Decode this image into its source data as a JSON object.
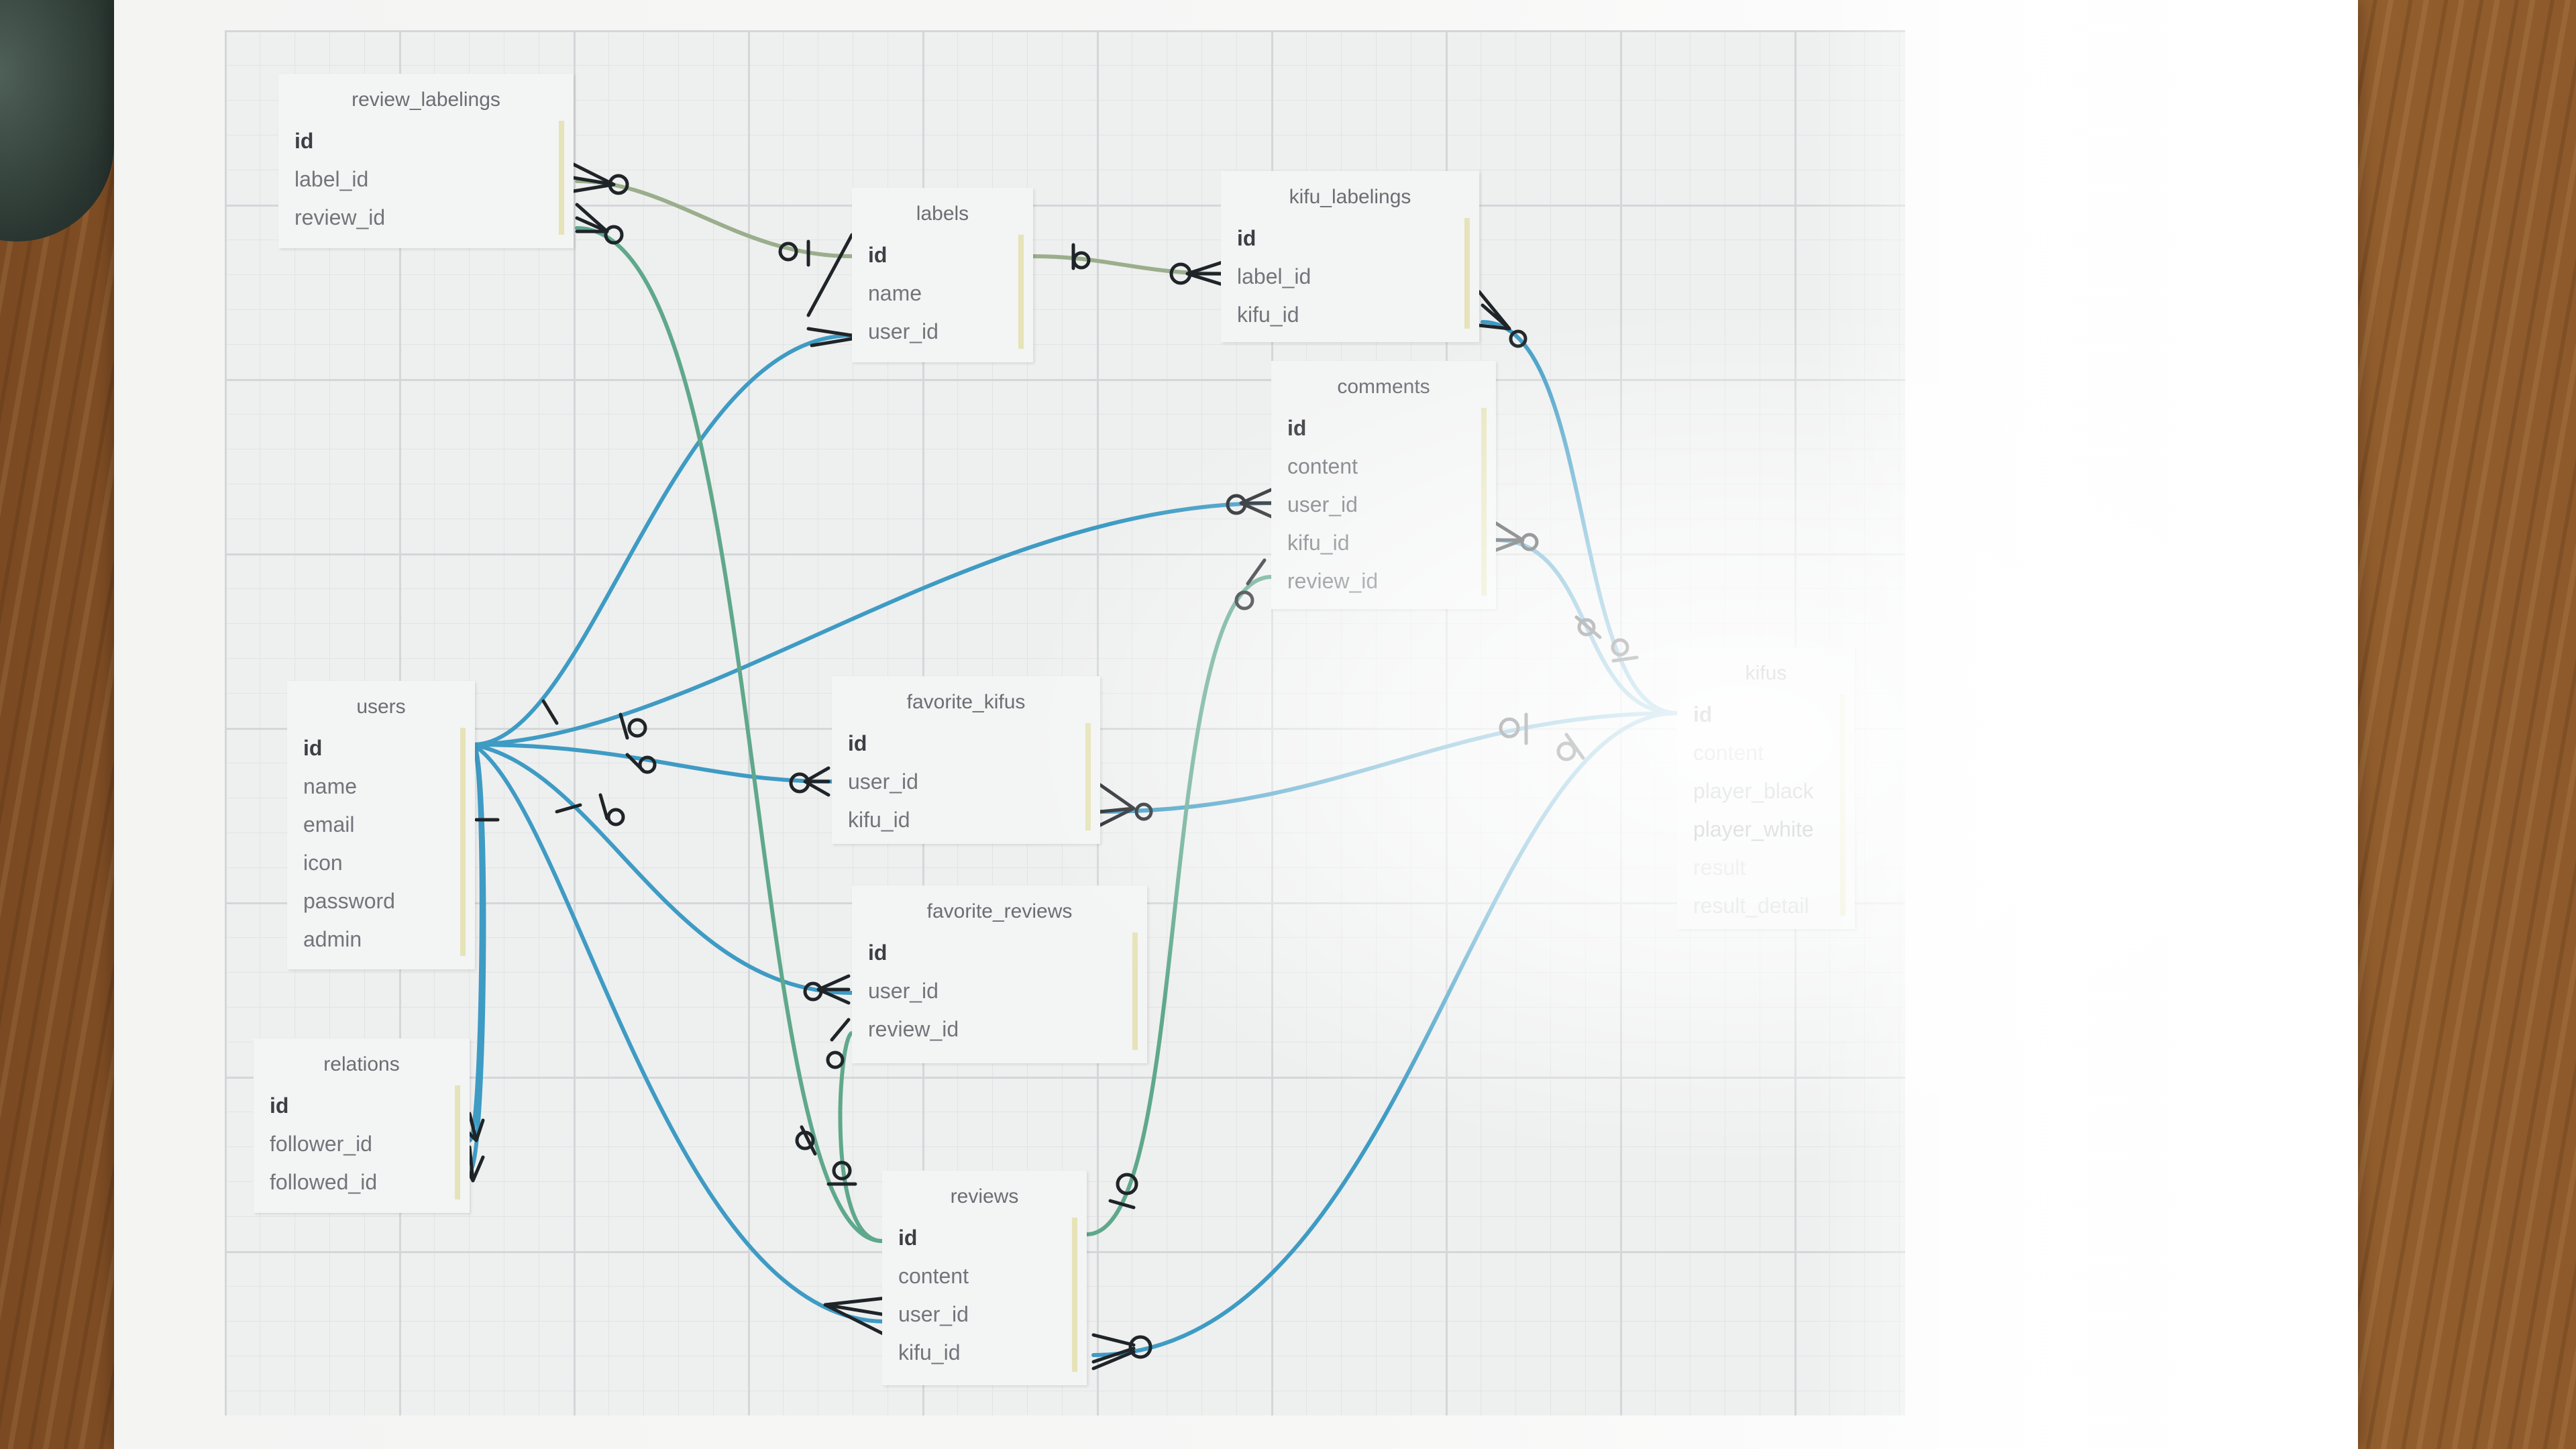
{
  "tables": {
    "review_labelings": {
      "name": "review_labelings",
      "fields": [
        "id",
        "label_id",
        "review_id"
      ]
    },
    "labels": {
      "name": "labels",
      "fields": [
        "id",
        "name",
        "user_id"
      ]
    },
    "kifu_labelings": {
      "name": "kifu_labelings",
      "fields": [
        "id",
        "label_id",
        "kifu_id"
      ]
    },
    "comments": {
      "name": "comments",
      "fields": [
        "id",
        "content",
        "user_id",
        "kifu_id",
        "review_id"
      ]
    },
    "users": {
      "name": "users",
      "fields": [
        "id",
        "name",
        "email",
        "icon",
        "password",
        "admin"
      ]
    },
    "favorite_kifus": {
      "name": "favorite_kifus",
      "fields": [
        "id",
        "user_id",
        "kifu_id"
      ]
    },
    "kifus": {
      "name": "kifus",
      "fields": [
        "id",
        "content",
        "player_black",
        "player_white",
        "result",
        "result_detail"
      ]
    },
    "favorite_reviews": {
      "name": "favorite_reviews",
      "fields": [
        "id",
        "user_id",
        "review_id"
      ]
    },
    "relations": {
      "name": "relations",
      "fields": [
        "id",
        "follower_id",
        "followed_id"
      ]
    },
    "reviews": {
      "name": "reviews",
      "fields": [
        "id",
        "content",
        "user_id",
        "kifu_id"
      ]
    }
  },
  "relationships": [
    {
      "from": "users.id",
      "to": "labels.user_id",
      "color": "#3e9bc4"
    },
    {
      "from": "users.id",
      "to": "comments.user_id",
      "color": "#3e9bc4"
    },
    {
      "from": "users.id",
      "to": "favorite_kifus.user_id",
      "color": "#3e9bc4"
    },
    {
      "from": "users.id",
      "to": "favorite_reviews.user_id",
      "color": "#3e9bc4"
    },
    {
      "from": "users.id",
      "to": "reviews.user_id",
      "color": "#3e9bc4"
    },
    {
      "from": "users.id",
      "to": "relations.follower_id",
      "color": "#3e9bc4"
    },
    {
      "from": "users.id",
      "to": "relations.followed_id",
      "color": "#3e9bc4"
    },
    {
      "from": "labels.id",
      "to": "review_labelings.label_id",
      "color": "#9aae8c"
    },
    {
      "from": "labels.id",
      "to": "kifu_labelings.label_id",
      "color": "#9aae8c"
    },
    {
      "from": "kifus.id",
      "to": "kifu_labelings.kifu_id",
      "color": "#3e9bc4"
    },
    {
      "from": "kifus.id",
      "to": "comments.kifu_id",
      "color": "#3e9bc4"
    },
    {
      "from": "kifus.id",
      "to": "favorite_kifus.kifu_id",
      "color": "#3e9bc4"
    },
    {
      "from": "kifus.id",
      "to": "reviews.kifu_id",
      "color": "#3e9bc4"
    },
    {
      "from": "reviews.id",
      "to": "review_labelings.review_id",
      "color": "#5fa88c"
    },
    {
      "from": "reviews.id",
      "to": "favorite_reviews.review_id",
      "color": "#5fa88c"
    },
    {
      "from": "reviews.id",
      "to": "comments.review_id",
      "color": "#5fa88c"
    }
  ]
}
